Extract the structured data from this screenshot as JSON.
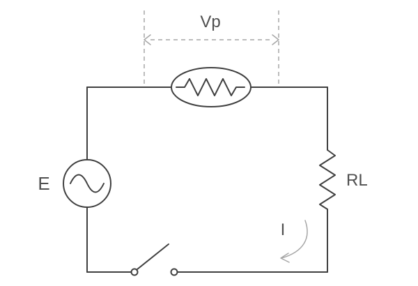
{
  "diagram": {
    "labels": {
      "source": "E",
      "probe_voltage": "Vp",
      "load": "RL",
      "current": "I"
    },
    "colors": {
      "wire": "#3f3f3f",
      "dashed": "#a6a6a6",
      "text": "#4f4f4f",
      "background": "#ffffff"
    }
  }
}
